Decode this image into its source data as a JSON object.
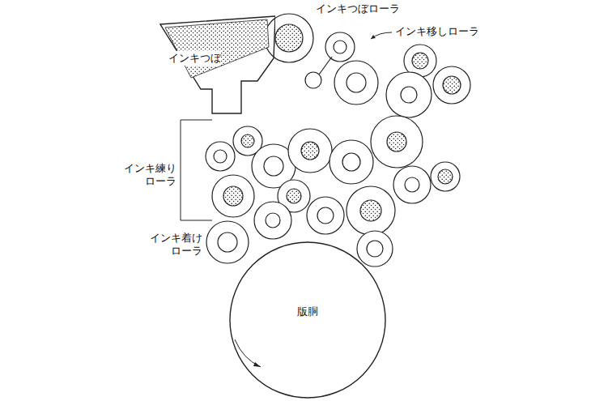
{
  "diagram": {
    "nodes": [
      {
        "text": [
          "インキつぼ"
        ]
      },
      {
        "text": [
          "版胴"
        ]
      }
    ],
    "labels": [
      "インキつぼローラ",
      "インキ移しローラ",
      "インキ練り ローラ",
      "インキ着け ローラ"
    ]
  }
}
